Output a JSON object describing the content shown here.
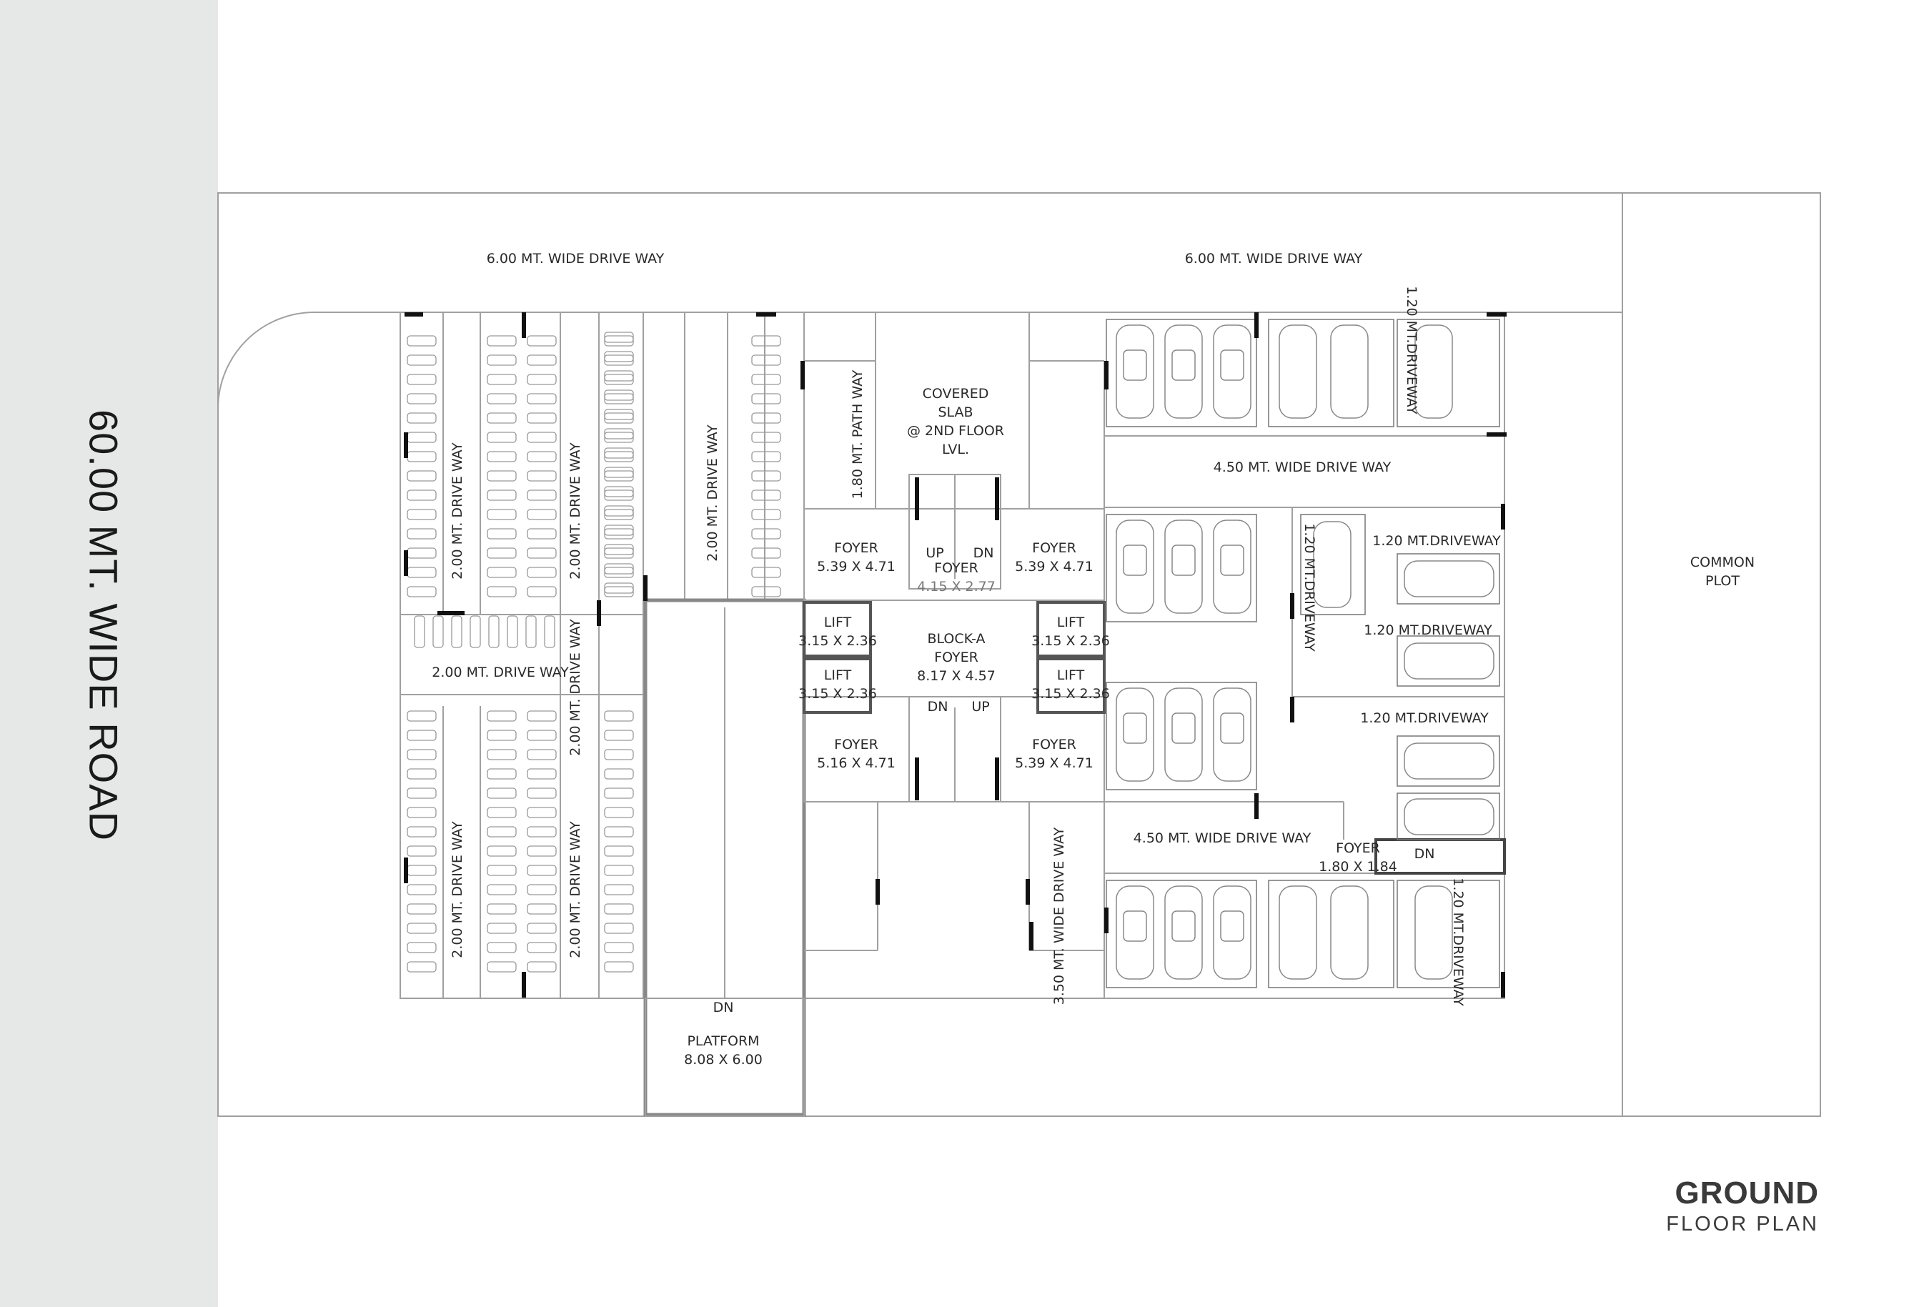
{
  "road": {
    "label": "60.00 MT. WIDE ROAD"
  },
  "title": {
    "main": "GROUND",
    "sub": "FLOOR  PLAN"
  },
  "drive": {
    "top_left": "6.00 MT. WIDE DRIVE WAY",
    "top_right": "6.00 MT. WIDE DRIVE WAY",
    "mid_upper": "4.50 MT. WIDE DRIVE WAY",
    "mid_lower": "4.50 MT. WIDE DRIVE WAY",
    "two_h": "2.00 MT. DRIVE WAY",
    "two_v": "2.00 MT. DRIVE WAY",
    "path": "1.80 MT. PATH WAY",
    "three_fifty": "3.50 MT. WIDE DRIVE WAY",
    "one_twenty": "1.20 MT.DRIVEWAY"
  },
  "rooms": {
    "covered_slab": [
      "COVERED",
      "SLAB",
      "@ 2ND FLOOR",
      "LVL."
    ],
    "foyer": "FOYER",
    "foyer_tl": "5.39 X 4.71",
    "foyer_tr": "5.39 X 4.71",
    "foyer_bl": "5.16 X 4.71",
    "foyer_br": "5.39 X 4.71",
    "foyer_center": "4.15 X 2.77",
    "stair_up": "UP",
    "stair_dn": "DN",
    "lift": "LIFT",
    "lift_size": "3.15 X 2.36",
    "block_a": "BLOCK-A",
    "block_a_size": "8.17 X 4.57",
    "foyer_small_size": "1.80 X 1.84",
    "platform": "PLATFORM",
    "platform_size": "8.08 X 6.00",
    "common_plot": [
      "COMMON",
      "PLOT"
    ]
  },
  "colors": {
    "road": "#e6e7e7",
    "line": "#9a9a9a",
    "wall": "#111111",
    "text": "#2a2a2a"
  }
}
